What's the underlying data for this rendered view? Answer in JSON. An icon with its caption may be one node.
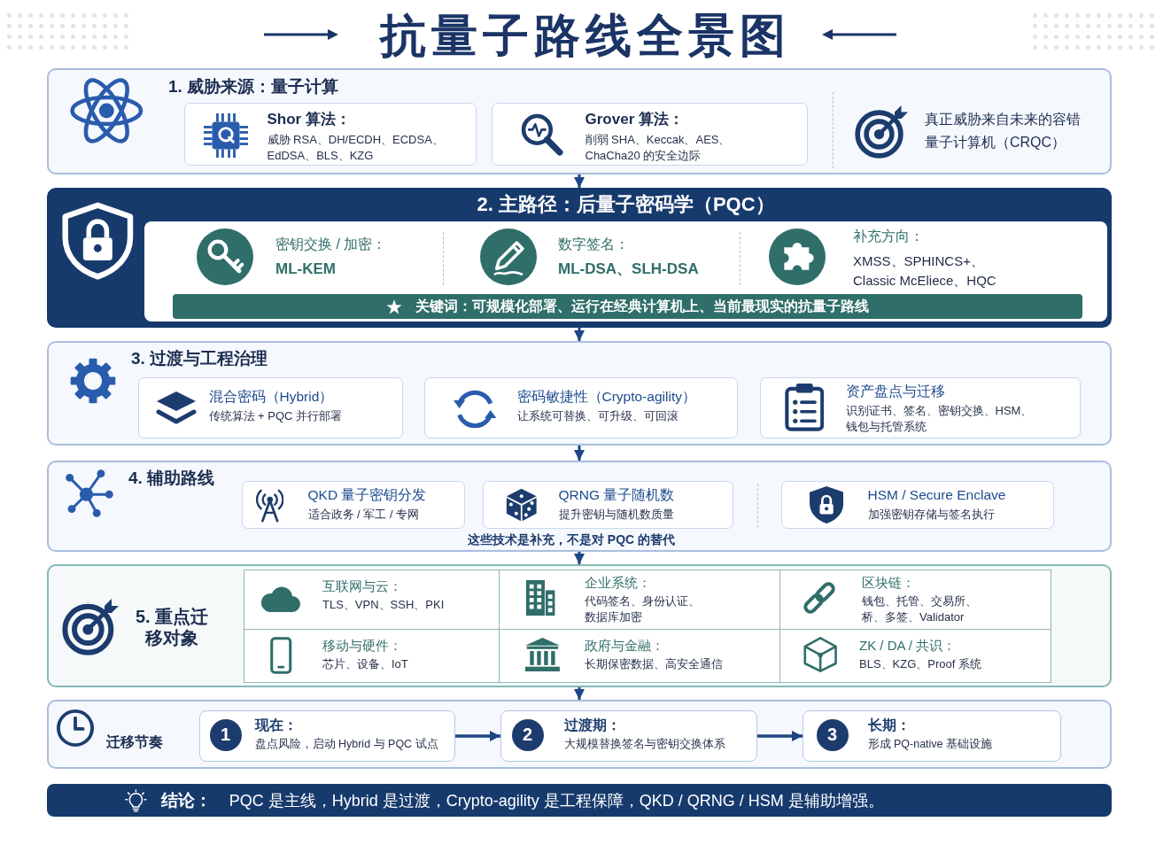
{
  "diagram": {
    "title": "抗量子路线全景图",
    "nodes": [
      {
        "text": [
          "1. 威胁来源：量子计算",
          "真正威胁来自未来的容错量子计算机（CRQC）"
        ]
      },
      {
        "text": [
          "Shor 算法：",
          "威胁 RSA、DH/ECDH、ECDSA、EdDSA、BLS、KZG"
        ],
        "in": 0
      },
      {
        "text": [
          "Grover 算法：",
          "削弱 SHA、Keccak、AES、ChaCha20 的安全边际"
        ],
        "in": 0
      },
      {
        "text": [
          "2. 主路径：后量子密码学（PQC）"
        ]
      },
      {
        "text": [
          "密钥交换 / 加密：",
          "ML-KEM"
        ],
        "in": 3
      },
      {
        "text": [
          "数字签名：",
          "ML-DSA、SLH-DSA"
        ],
        "in": 3
      },
      {
        "text": [
          "补充方向：",
          "XMSS、SPHINCS+、Classic McEliece、HQC"
        ],
        "in": 3
      },
      {
        "text": [
          "关键词：可规模化部署、运行在经典计算机上、当前最现实的抗量子路线"
        ],
        "in": 3
      },
      {
        "text": [
          "3. 过渡与工程治理"
        ]
      },
      {
        "text": [
          "混合密码（Hybrid）",
          "传统算法 + PQC 并行部署"
        ],
        "in": 8
      },
      {
        "text": [
          "密码敏捷性（Crypto-agility）",
          "让系统可替换、可升级、可回滚"
        ],
        "in": 8
      },
      {
        "text": [
          "资产盘点与迁移",
          "识别证书、签名、密钥交换、HSM、钱包与托管系统"
        ],
        "in": 8
      },
      {
        "text": [
          "4. 辅助路线",
          "这些技术是补充，不是对 PQC 的替代"
        ]
      },
      {
        "text": [
          "QKD 量子密钥分发",
          "适合政务 / 军工 / 专网"
        ],
        "in": 12
      },
      {
        "text": [
          "QRNG 量子随机数",
          "提升密钥与随机数质量"
        ],
        "in": 12
      },
      {
        "text": [
          "HSM / Secure Enclave",
          "加强密钥存储与签名执行"
        ],
        "in": 12
      },
      {
        "text": [
          "5. 重点迁移对象"
        ]
      },
      {
        "text": [
          "互联网与云：",
          "TLS、VPN、SSH、PKI"
        ],
        "in": 16
      },
      {
        "text": [
          "企业系统：",
          "代码签名、身份认证、数据库加密"
        ],
        "in": 16
      },
      {
        "text": [
          "区块链：",
          "钱包、托管、交易所、桥、多签、Validator"
        ],
        "in": 16
      },
      {
        "text": [
          "移动与硬件：",
          "芯片、设备、IoT"
        ],
        "in": 16
      },
      {
        "text": [
          "政府与金融：",
          "长期保密数据、高安全通信"
        ],
        "in": 16
      },
      {
        "text": [
          "ZK / DA / 共识：",
          "BLS、KZG、Proof 系统"
        ],
        "in": 16
      },
      {
        "text": [
          "迁移节奏"
        ]
      },
      {
        "text": [
          "1",
          "现在：",
          "盘点风险，启动 Hybrid 与 PQC 试点"
        ],
        "in": 23
      },
      {
        "text": [
          "2",
          "过渡期：",
          "大规模替换签名与密钥交换体系"
        ],
        "in": 23
      },
      {
        "text": [
          "3",
          "长期：",
          "形成 PQ-native 基础设施"
        ],
        "in": 23
      },
      {
        "text": [
          "结论：",
          "PQC 是主线，Hybrid 是过渡，Crypto-agility 是工程保障，QKD / QRNG / HSM 是辅助增强。"
        ]
      }
    ],
    "edges": [
      {
        "from": 0,
        "to": 3,
        "arrow": "to"
      },
      {
        "from": 3,
        "to": 8,
        "arrow": "to"
      },
      {
        "from": 8,
        "to": 12,
        "arrow": "to"
      },
      {
        "from": 12,
        "to": 16,
        "arrow": "to"
      },
      {
        "from": 16,
        "to": 23,
        "arrow": "to"
      },
      {
        "from": 24,
        "to": 25,
        "arrow": "to"
      },
      {
        "from": 25,
        "to": 26,
        "arrow": "to"
      }
    ]
  }
}
